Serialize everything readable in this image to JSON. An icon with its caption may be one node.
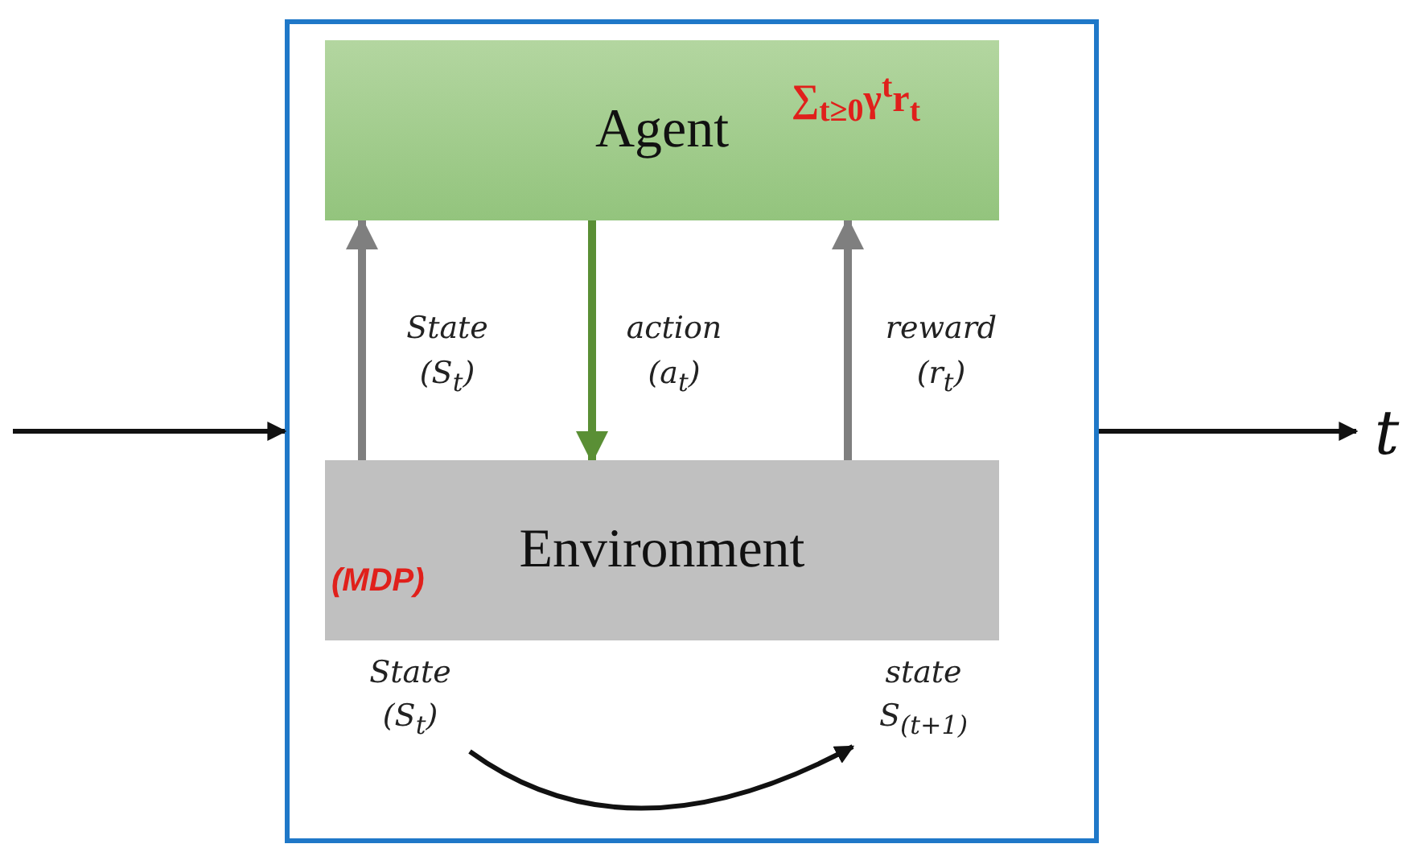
{
  "diagram": {
    "nodes": [
      {
        "text": [],
        "shape": "box"
      },
      {
        "text": [
          "Agent",
          "∑$_{t≥0}$γ$^{t}$r$_{t}$"
        ],
        "in": 0
      },
      {
        "text": [
          "Environment",
          "(MDP)"
        ],
        "in": 0
      },
      {
        "text": [
          "State (S$_{t}$)"
        ],
        "in": 0
      },
      {
        "text": [
          "state S$_{(t+1)}$"
        ],
        "in": 0
      },
      {
        "text": [
          "t"
        ]
      }
    ],
    "edges": [
      {
        "from": 2,
        "to": 1,
        "arrow": "to",
        "label": "State (S$_{t}$)",
        "color": "#7f7f7f"
      },
      {
        "from": 1,
        "to": 2,
        "arrow": "to",
        "label": "action (a$_{t}$)",
        "color": "#5a8f35"
      },
      {
        "from": 2,
        "to": 1,
        "arrow": "to",
        "label": "reward (r$_{t}$)",
        "color": "#7f7f7f"
      },
      {
        "from": 3,
        "to": 4,
        "arrow": "to"
      },
      {
        "from": null,
        "to": 0,
        "arrow": "to"
      },
      {
        "from": 0,
        "to": 5,
        "arrow": "to"
      }
    ]
  }
}
